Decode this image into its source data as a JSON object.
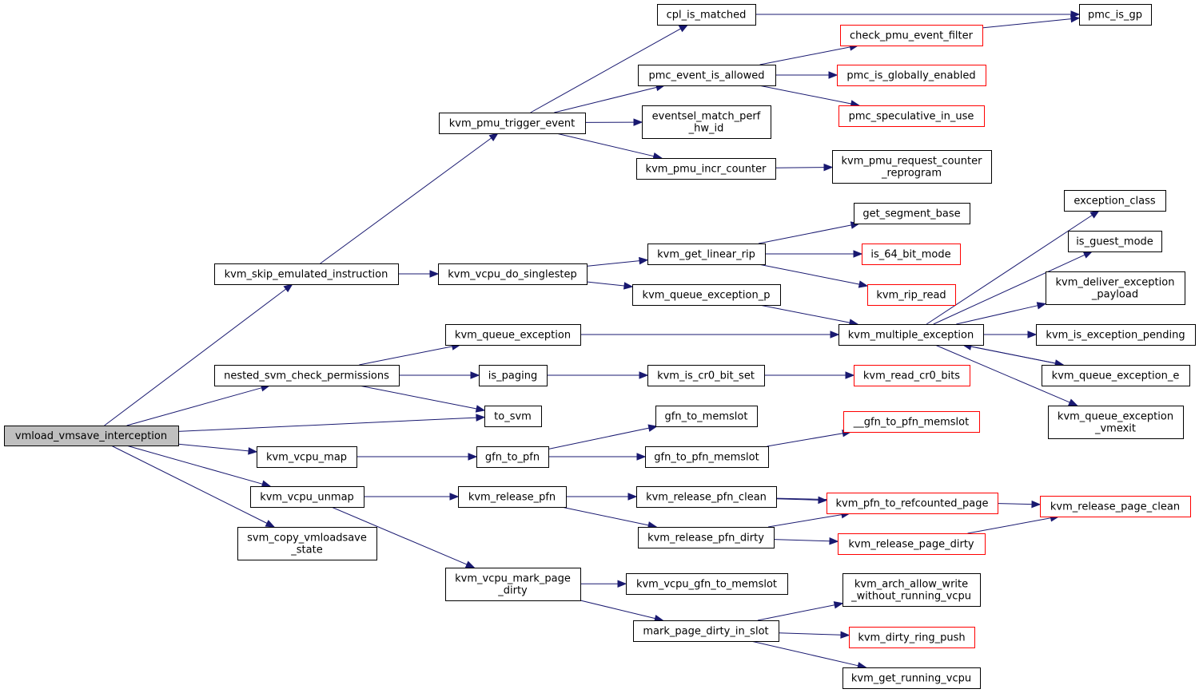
{
  "colors": {
    "edge": "#191970",
    "node_border": "#000000",
    "node_border_truncated": "#ff0000",
    "node_fill": "#ffffff",
    "root_fill": "#bfbfbf"
  },
  "nodes": [
    {
      "id": "vmload_vmsave_interception",
      "lines": [
        "vmload_vmsave_interception"
      ],
      "root": true
    },
    {
      "id": "kvm_skip_emulated_instruction",
      "lines": [
        "kvm_skip_emulated_instruction"
      ]
    },
    {
      "id": "nested_svm_check_permissions",
      "lines": [
        "nested_svm_check_permissions"
      ]
    },
    {
      "id": "to_svm",
      "lines": [
        "to_svm"
      ]
    },
    {
      "id": "kvm_vcpu_map",
      "lines": [
        "kvm_vcpu_map"
      ]
    },
    {
      "id": "kvm_vcpu_unmap",
      "lines": [
        "kvm_vcpu_unmap"
      ]
    },
    {
      "id": "svm_copy_vmloadsave_state",
      "lines": [
        "svm_copy_vmloadsave",
        "_state"
      ]
    },
    {
      "id": "kvm_pmu_trigger_event",
      "lines": [
        "kvm_pmu_trigger_event"
      ]
    },
    {
      "id": "kvm_vcpu_do_singlestep",
      "lines": [
        "kvm_vcpu_do_singlestep"
      ]
    },
    {
      "id": "kvm_queue_exception",
      "lines": [
        "kvm_queue_exception"
      ]
    },
    {
      "id": "is_paging",
      "lines": [
        "is_paging"
      ]
    },
    {
      "id": "gfn_to_pfn",
      "lines": [
        "gfn_to_pfn"
      ]
    },
    {
      "id": "kvm_release_pfn",
      "lines": [
        "kvm_release_pfn"
      ]
    },
    {
      "id": "kvm_vcpu_mark_page_dirty",
      "lines": [
        "kvm_vcpu_mark_page",
        "_dirty"
      ]
    },
    {
      "id": "cpl_is_matched",
      "lines": [
        "cpl_is_matched"
      ]
    },
    {
      "id": "pmc_event_is_allowed",
      "lines": [
        "pmc_event_is_allowed"
      ]
    },
    {
      "id": "eventsel_match_perf_hw_id",
      "lines": [
        "eventsel_match_perf",
        "_hw_id"
      ]
    },
    {
      "id": "kvm_pmu_incr_counter",
      "lines": [
        "kvm_pmu_incr_counter"
      ]
    },
    {
      "id": "kvm_get_linear_rip",
      "lines": [
        "kvm_get_linear_rip"
      ]
    },
    {
      "id": "kvm_queue_exception_p",
      "lines": [
        "kvm_queue_exception_p"
      ]
    },
    {
      "id": "kvm_is_cr0_bit_set",
      "lines": [
        "kvm_is_cr0_bit_set"
      ]
    },
    {
      "id": "gfn_to_memslot",
      "lines": [
        "gfn_to_memslot"
      ]
    },
    {
      "id": "gfn_to_pfn_memslot",
      "lines": [
        "gfn_to_pfn_memslot"
      ]
    },
    {
      "id": "kvm_release_pfn_clean",
      "lines": [
        "kvm_release_pfn_clean"
      ]
    },
    {
      "id": "kvm_release_pfn_dirty",
      "lines": [
        "kvm_release_pfn_dirty"
      ]
    },
    {
      "id": "kvm_vcpu_gfn_to_memslot",
      "lines": [
        "kvm_vcpu_gfn_to_memslot"
      ]
    },
    {
      "id": "mark_page_dirty_in_slot",
      "lines": [
        "mark_page_dirty_in_slot"
      ]
    },
    {
      "id": "pmc_is_gp",
      "lines": [
        "pmc_is_gp"
      ]
    },
    {
      "id": "check_pmu_event_filter",
      "lines": [
        "check_pmu_event_filter"
      ],
      "truncated": true
    },
    {
      "id": "pmc_is_globally_enabled",
      "lines": [
        "pmc_is_globally_enabled"
      ],
      "truncated": true
    },
    {
      "id": "pmc_speculative_in_use",
      "lines": [
        "pmc_speculative_in_use"
      ],
      "truncated": true
    },
    {
      "id": "kvm_pmu_request_counter_reprogram",
      "lines": [
        "kvm_pmu_request_counter",
        "_reprogram"
      ]
    },
    {
      "id": "get_segment_base",
      "lines": [
        "get_segment_base"
      ]
    },
    {
      "id": "is_64_bit_mode",
      "lines": [
        "is_64_bit_mode"
      ],
      "truncated": true
    },
    {
      "id": "kvm_rip_read",
      "lines": [
        "kvm_rip_read"
      ],
      "truncated": true
    },
    {
      "id": "kvm_multiple_exception",
      "lines": [
        "kvm_multiple_exception"
      ]
    },
    {
      "id": "kvm_read_cr0_bits",
      "lines": [
        "kvm_read_cr0_bits"
      ],
      "truncated": true
    },
    {
      "id": "__gfn_to_pfn_memslot",
      "lines": [
        "__gfn_to_pfn_memslot"
      ],
      "truncated": true
    },
    {
      "id": "kvm_pfn_to_refcounted_page",
      "lines": [
        "kvm_pfn_to_refcounted_page"
      ],
      "truncated": true
    },
    {
      "id": "kvm_release_page_dirty",
      "lines": [
        "kvm_release_page_dirty"
      ],
      "truncated": true
    },
    {
      "id": "kvm_release_page_clean",
      "lines": [
        "kvm_release_page_clean"
      ],
      "truncated": true
    },
    {
      "id": "kvm_arch_allow_write_without_running_vcpu",
      "lines": [
        "kvm_arch_allow_write",
        "_without_running_vcpu"
      ]
    },
    {
      "id": "kvm_dirty_ring_push",
      "lines": [
        "kvm_dirty_ring_push"
      ],
      "truncated": true
    },
    {
      "id": "kvm_get_running_vcpu",
      "lines": [
        "kvm_get_running_vcpu"
      ]
    },
    {
      "id": "exception_class",
      "lines": [
        "exception_class"
      ]
    },
    {
      "id": "is_guest_mode",
      "lines": [
        "is_guest_mode"
      ]
    },
    {
      "id": "kvm_deliver_exception_payload",
      "lines": [
        "kvm_deliver_exception",
        "_payload"
      ]
    },
    {
      "id": "kvm_is_exception_pending",
      "lines": [
        "kvm_is_exception_pending"
      ]
    },
    {
      "id": "kvm_queue_exception_e",
      "lines": [
        "kvm_queue_exception_e"
      ]
    },
    {
      "id": "kvm_queue_exception_vmexit",
      "lines": [
        "kvm_queue_exception",
        "_vmexit"
      ]
    }
  ],
  "edges": [
    [
      "vmload_vmsave_interception",
      "kvm_skip_emulated_instruction"
    ],
    [
      "vmload_vmsave_interception",
      "nested_svm_check_permissions"
    ],
    [
      "vmload_vmsave_interception",
      "to_svm"
    ],
    [
      "vmload_vmsave_interception",
      "kvm_vcpu_map"
    ],
    [
      "vmload_vmsave_interception",
      "kvm_vcpu_unmap"
    ],
    [
      "vmload_vmsave_interception",
      "svm_copy_vmloadsave_state"
    ],
    [
      "kvm_skip_emulated_instruction",
      "kvm_pmu_trigger_event"
    ],
    [
      "kvm_skip_emulated_instruction",
      "kvm_vcpu_do_singlestep"
    ],
    [
      "kvm_pmu_trigger_event",
      "cpl_is_matched"
    ],
    [
      "kvm_pmu_trigger_event",
      "pmc_event_is_allowed"
    ],
    [
      "kvm_pmu_trigger_event",
      "eventsel_match_perf_hw_id"
    ],
    [
      "kvm_pmu_trigger_event",
      "kvm_pmu_incr_counter"
    ],
    [
      "cpl_is_matched",
      "pmc_is_gp"
    ],
    [
      "pmc_event_is_allowed",
      "check_pmu_event_filter"
    ],
    [
      "pmc_event_is_allowed",
      "pmc_is_globally_enabled"
    ],
    [
      "pmc_event_is_allowed",
      "pmc_speculative_in_use"
    ],
    [
      "check_pmu_event_filter",
      "pmc_is_gp"
    ],
    [
      "kvm_pmu_incr_counter",
      "kvm_pmu_request_counter_reprogram"
    ],
    [
      "kvm_vcpu_do_singlestep",
      "kvm_get_linear_rip"
    ],
    [
      "kvm_vcpu_do_singlestep",
      "kvm_queue_exception_p"
    ],
    [
      "kvm_get_linear_rip",
      "get_segment_base"
    ],
    [
      "kvm_get_linear_rip",
      "is_64_bit_mode"
    ],
    [
      "kvm_get_linear_rip",
      "kvm_rip_read"
    ],
    [
      "kvm_queue_exception_p",
      "kvm_multiple_exception"
    ],
    [
      "nested_svm_check_permissions",
      "kvm_queue_exception"
    ],
    [
      "nested_svm_check_permissions",
      "is_paging"
    ],
    [
      "nested_svm_check_permissions",
      "to_svm"
    ],
    [
      "kvm_queue_exception",
      "kvm_multiple_exception"
    ],
    [
      "is_paging",
      "kvm_is_cr0_bit_set"
    ],
    [
      "kvm_is_cr0_bit_set",
      "kvm_read_cr0_bits"
    ],
    [
      "kvm_multiple_exception",
      "exception_class"
    ],
    [
      "kvm_multiple_exception",
      "is_guest_mode"
    ],
    [
      "kvm_multiple_exception",
      "kvm_deliver_exception_payload"
    ],
    [
      "kvm_multiple_exception",
      "kvm_is_exception_pending"
    ],
    [
      "kvm_multiple_exception",
      "kvm_queue_exception_e"
    ],
    [
      "kvm_multiple_exception",
      "kvm_queue_exception_vmexit"
    ],
    [
      "kvm_queue_exception_e",
      "kvm_multiple_exception"
    ],
    [
      "kvm_vcpu_map",
      "gfn_to_pfn"
    ],
    [
      "gfn_to_pfn",
      "gfn_to_memslot"
    ],
    [
      "gfn_to_pfn",
      "gfn_to_pfn_memslot"
    ],
    [
      "gfn_to_pfn_memslot",
      "__gfn_to_pfn_memslot"
    ],
    [
      "kvm_vcpu_unmap",
      "kvm_release_pfn"
    ],
    [
      "kvm_vcpu_unmap",
      "kvm_vcpu_mark_page_dirty"
    ],
    [
      "kvm_release_pfn",
      "kvm_release_pfn_clean"
    ],
    [
      "kvm_release_pfn",
      "kvm_release_pfn_dirty"
    ],
    [
      "kvm_release_pfn_clean",
      "kvm_pfn_to_refcounted_page"
    ],
    [
      "kvm_release_pfn_clean",
      "kvm_release_page_clean"
    ],
    [
      "kvm_release_pfn_dirty",
      "kvm_pfn_to_refcounted_page"
    ],
    [
      "kvm_release_pfn_dirty",
      "kvm_release_page_dirty"
    ],
    [
      "kvm_release_page_dirty",
      "kvm_release_page_clean"
    ],
    [
      "kvm_vcpu_mark_page_dirty",
      "kvm_vcpu_gfn_to_memslot"
    ],
    [
      "kvm_vcpu_mark_page_dirty",
      "mark_page_dirty_in_slot"
    ],
    [
      "mark_page_dirty_in_slot",
      "kvm_arch_allow_write_without_running_vcpu"
    ],
    [
      "mark_page_dirty_in_slot",
      "kvm_dirty_ring_push"
    ],
    [
      "mark_page_dirty_in_slot",
      "kvm_get_running_vcpu"
    ]
  ]
}
